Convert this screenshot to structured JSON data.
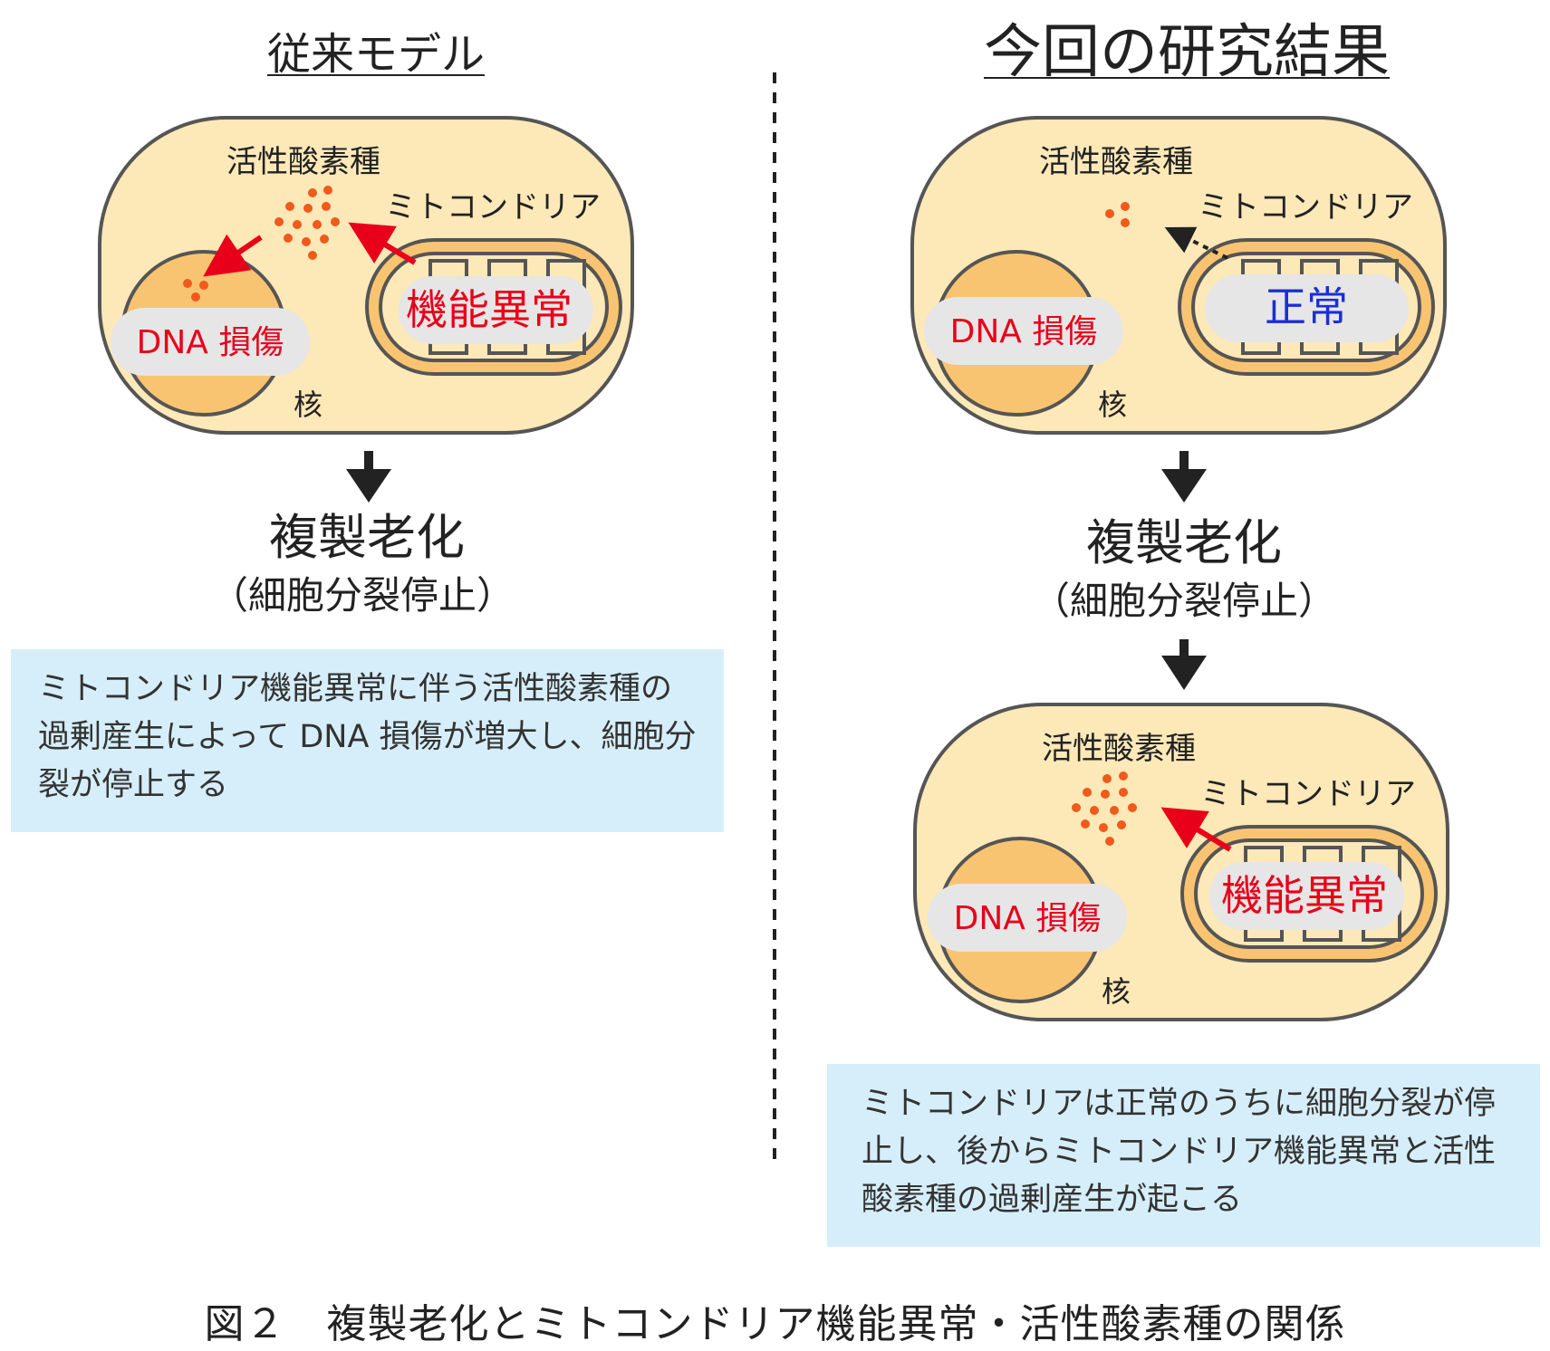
{
  "left_panel": {
    "heading": "従来モデル",
    "cell": {
      "ros_label": "活性酸素種",
      "mito_label": "ミトコンドリア",
      "mito_state": "機能異常",
      "dna_label": "DNA 損傷",
      "nucleus_label": "核"
    },
    "outcome_title": "複製老化",
    "outcome_sub": "（細胞分裂停止）",
    "explanation": "ミトコンドリア機能異常に伴う活性酸素種の過剰産生によって DNA 損傷が増大し、細胞分裂が停止する"
  },
  "right_panel": {
    "heading": "今回の研究結果",
    "cell_top": {
      "ros_label": "活性酸素種",
      "mito_label": "ミトコンドリア",
      "mito_state": "正常",
      "dna_label": "DNA 損傷",
      "nucleus_label": "核"
    },
    "outcome_title": "複製老化",
    "outcome_sub": "（細胞分裂停止）",
    "cell_bottom": {
      "ros_label": "活性酸素種",
      "mito_label": "ミトコンドリア",
      "mito_state": "機能異常",
      "dna_label": "DNA 損傷",
      "nucleus_label": "核"
    },
    "explanation": "ミトコンドリアは正常のうちに細胞分裂が停止し、後からミトコンドリア機能異常と活性酸素種の過剰産生が起こる"
  },
  "caption": "図２　複製老化とミトコンドリア機能異常・活性酸素種の関係",
  "colors": {
    "cytoplasm": "#fde8b8",
    "nucleus": "#f9c471",
    "outline": "#555555",
    "ros_dot": "#f05a1a",
    "red_arrow": "#e8001a",
    "abnormal_text": "#e8001a",
    "normal_text": "#1a2fd6",
    "label_pill": "#e6e6e6",
    "info_box": "#d6eef9"
  }
}
